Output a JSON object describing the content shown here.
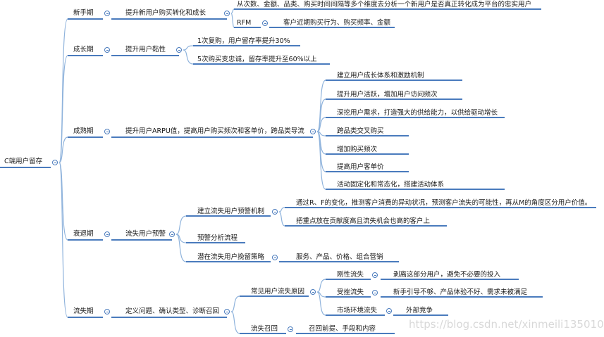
{
  "root": {
    "label": "C端用户留存"
  },
  "stages": [
    {
      "label": "新手期",
      "goal": "提升新用户购买转化和成长",
      "items": [
        {
          "label": "从次数、金额、品类、购买时间间隔等多个维度去分析一个新用户是否真正转化成为平台的忠实用户"
        },
        {
          "label": "RFM",
          "detail": "客户近期购买行为、购买频率、金额"
        }
      ]
    },
    {
      "label": "成长期",
      "goal": "提升用户黏性",
      "items": [
        {
          "label": "1次复购，用户留存率提升30%"
        },
        {
          "label": "5次购买变忠诚，留存率提升至60%以上"
        }
      ]
    },
    {
      "label": "成熟期",
      "goal": "提升用户ARPU值，提高用户购买频次和客单价，跨品类导流",
      "items": [
        {
          "label": "建立用户成长体系和激励机制"
        },
        {
          "label": "提升用户活跃，增加用户访问频次"
        },
        {
          "label": "深挖用户需求，打造强大的供给能力，以供给驱动增长"
        },
        {
          "label": "跨品类交叉购买"
        },
        {
          "label": "增加购买频次"
        },
        {
          "label": "提高用户客单价"
        },
        {
          "label": "活动固定化和常态化，搭建活动体系"
        }
      ]
    },
    {
      "label": "衰退期",
      "goal": "流失用户预警",
      "items": [
        {
          "label": "建立流失用户预警机制",
          "details": [
            "通过R、F的变化，推测客户消费的异动状况，预测客户流失的可能性，再从M的角度区分用户价值。",
            "把重点放在贡献度高且流失机会也高的客户上"
          ]
        },
        {
          "label": "预警分析流程"
        },
        {
          "label": "潜在流失用户挽留策略",
          "details": [
            "服务、产品、价格、组合营销"
          ]
        }
      ]
    },
    {
      "label": "流失期",
      "goal": "定义问题、确认类型、诊断召回",
      "items": [
        {
          "label": "常见用户流失原因",
          "subs": [
            {
              "label": "刚性流失",
              "detail": "剥离这部分用户，避免不必要的投入"
            },
            {
              "label": "受挫流失",
              "detail": "新手引导不够、产品体验不好、需求未被满足"
            },
            {
              "label": "市场环境流失",
              "detail": "外部竞争"
            }
          ]
        },
        {
          "label": "流失召回",
          "detail": "召回前提、手段和内容"
        }
      ]
    }
  ],
  "watermark": "https://blog.csdn.net/xinmeili135010",
  "colors": {
    "line": "#4a7bbd",
    "connector": "#8fb3dc",
    "text": "#1a1a1a"
  }
}
